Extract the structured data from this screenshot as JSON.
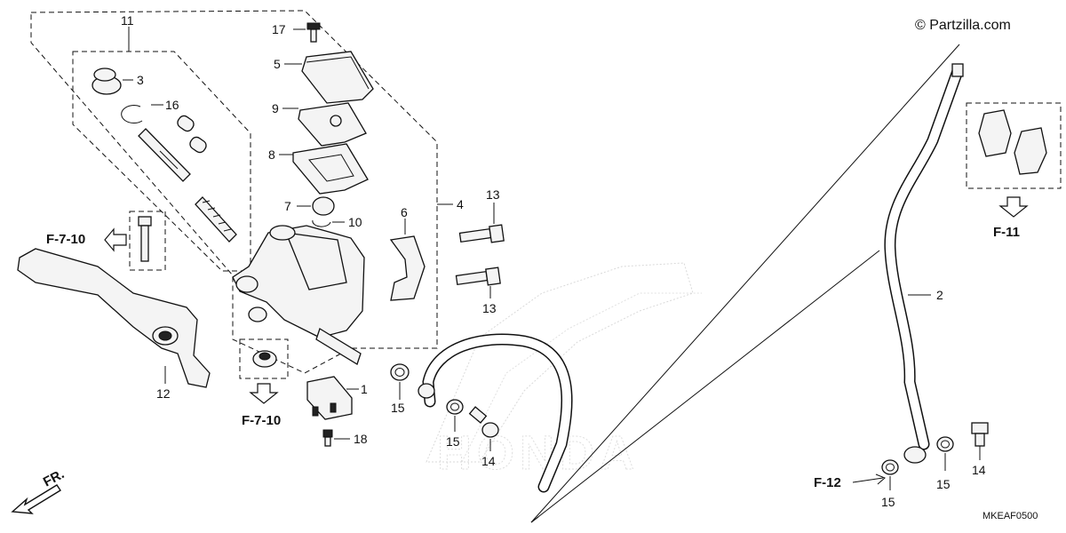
{
  "watermark": "© Partzilla.com",
  "diagram_code": "MKEAF0500",
  "front_label": "FR.",
  "refs": {
    "f710_left": "F-7-10",
    "f710_bottom": "F-7-10",
    "f11": "F-11",
    "f12": "F-12"
  },
  "callouts": {
    "n1": "1",
    "n2": "2",
    "n3": "3",
    "n4": "4",
    "n5": "5",
    "n6": "6",
    "n7": "7",
    "n8": "8",
    "n9": "9",
    "n10": "10",
    "n11": "11",
    "n12": "12",
    "n13a": "13",
    "n13b": "13",
    "n14a": "14",
    "n14b": "14",
    "n15a": "15",
    "n15b": "15",
    "n15c": "15",
    "n15d": "15",
    "n16": "16",
    "n17": "17",
    "n18": "18"
  },
  "background_logo": "HONDA"
}
